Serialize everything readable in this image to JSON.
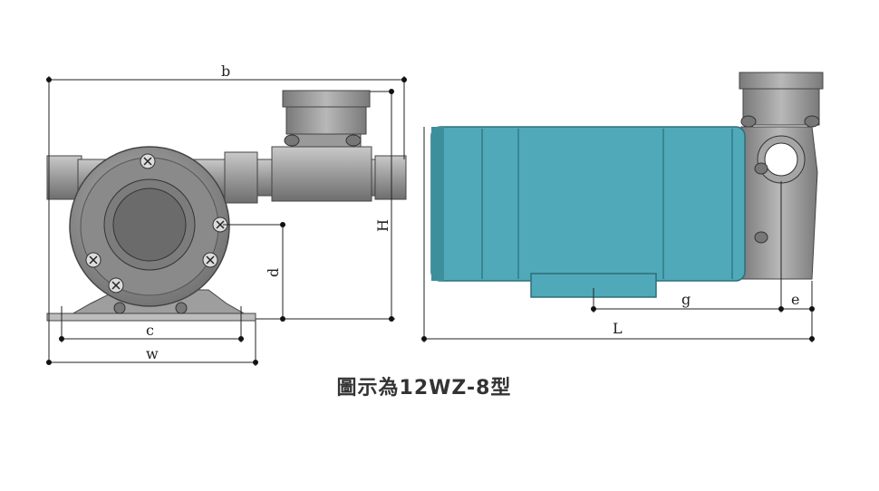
{
  "dimensions": {
    "b": "b",
    "H": "H",
    "d": "d",
    "c": "c",
    "w": "w",
    "g": "g",
    "e": "e",
    "L": "L"
  },
  "caption": "圖示為12WZ-8型",
  "colors": {
    "motor": "#4fa9b8",
    "motor_dark": "#3e8f9c",
    "body_grey": "#8e8e8e",
    "body_light": "#b3b3b3",
    "body_dark": "#5c5c5c",
    "line": "#222222"
  }
}
